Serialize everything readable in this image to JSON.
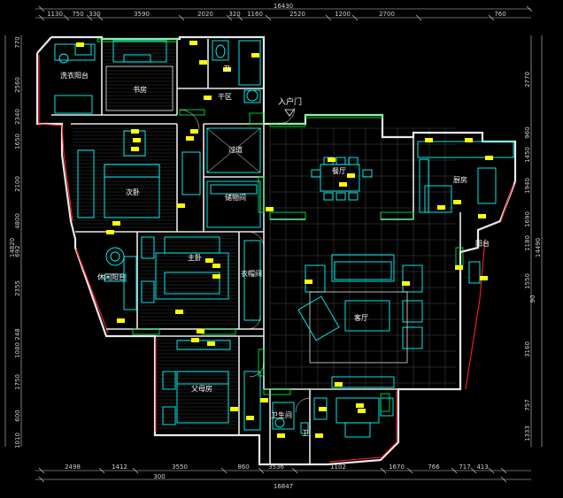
{
  "dims": {
    "top_total": "16430",
    "top_segments": [
      "1130",
      "750",
      "330",
      "3590",
      "2020",
      "320",
      "1160",
      "2520",
      "1200",
      "2700",
      "760"
    ],
    "bottom_segments": [
      "2498",
      "1412",
      "3550",
      "860",
      "3536",
      "1102",
      "1670",
      "766",
      "717",
      "413"
    ],
    "bottom_mid": "300",
    "bottom_total": "16847",
    "left_total": "14820",
    "left_segments": [
      "770",
      "2560",
      "2340",
      "1650",
      "2100",
      "4800",
      "692",
      "2355",
      "248",
      "1080",
      "1750",
      "600",
      "1010"
    ],
    "right_total": "14490",
    "right_segments": [
      "2770",
      "960",
      "1450",
      "1940",
      "1690",
      "1180",
      "1550",
      "3160",
      "757",
      "1333"
    ],
    "right_mid": "90"
  },
  "labels": {
    "entrance": "入户门",
    "wash_balcony": "洗衣阳台",
    "study": "书房",
    "wc": "卫",
    "dry": "干区",
    "corridor": "过道",
    "living": "客厅",
    "dining": "餐厅",
    "kitchen": "厨房",
    "bedroom1": "次卧",
    "storage": "储物间",
    "master": "主卧",
    "leisure_balcony": "休闲阳台",
    "parents": "父母房",
    "wc2": "卫",
    "balcony2": "阳台",
    "closet": "衣帽间",
    "wc3": "卫生间"
  }
}
